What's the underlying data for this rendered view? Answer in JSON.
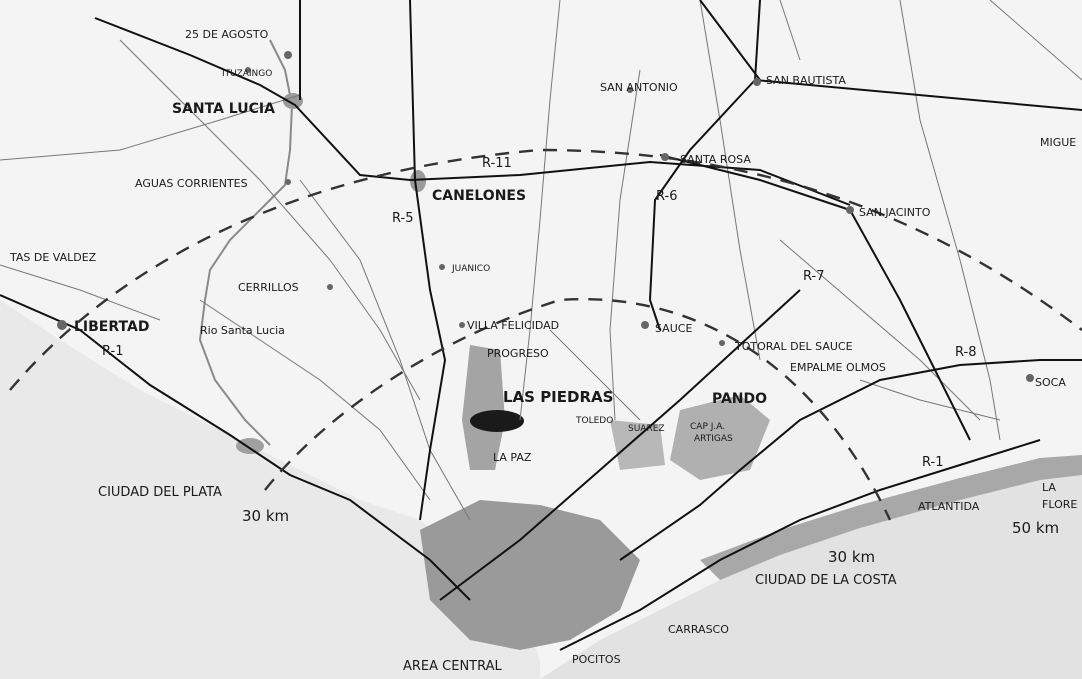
{
  "places": {
    "agosto": "25 DE AGOSTO",
    "ituzaingo": "ITUZAINGO",
    "santa_lucia": "SANTA LUCIA",
    "san_antonio": "SAN ANTONIO",
    "san_bautista": "SAN BAUTISTA",
    "migue": "MIGUE",
    "santa_rosa": "SANTA ROSA",
    "aguas_corrientes": "AGUAS CORRIENTES",
    "canelones": "CANELONES",
    "san_jacinto": "SAN JACINTO",
    "tas_de_valdez": "TAS DE VALDEZ",
    "juanico": "JUANICO",
    "cerrillos": "CERRILLOS",
    "libertad": "LIBERTAD",
    "rio_santa_lucia": "Rio Santa Lucia",
    "villa_felicidad": "VILLA FELICIDAD",
    "sauce": "SAUCE",
    "totoral_del_sauce": "TOTORAL DEL SAUCE",
    "progreso": "PROGRESO",
    "empalme_olmos": "EMPALME OLMOS",
    "soca": "SOCA",
    "las_piedras": "LAS PIEDRAS",
    "pando": "PANDO",
    "toledo": "TOLEDO",
    "suarez": "SUAREZ",
    "cap_line1": "CAP J.A.",
    "cap_line2": "ARTIGAS",
    "la_paz": "LA PAZ",
    "ciudad_del_plata": "CIUDAD DEL PLATA",
    "atlantida": "ATLANTIDA",
    "la_flore": "LA\nFLORE",
    "la_flore_l1": "LA",
    "la_flore_l2": "FLORE",
    "ciudad_de_la_costa": "CIUDAD DE LA COSTA",
    "carrasco": "CARRASCO",
    "area_central": "AREA CENTRAL",
    "pocitos": "POCITOS"
  },
  "roads": {
    "r11": "R-11",
    "r6": "R-6",
    "r5": "R-5",
    "r7": "R-7",
    "r1_west": "R-1",
    "r8": "R-8",
    "r1_east": "R-1"
  },
  "distances": {
    "inner_west": "30 km",
    "inner_east": "30 km",
    "outer_east": "50 km"
  },
  "colors": {
    "land": "#f2f2f2",
    "urban": "#9a9a9a",
    "water": "#d6d6d6",
    "road": "#111111",
    "minor_road": "#666666",
    "ring": "#333333"
  }
}
